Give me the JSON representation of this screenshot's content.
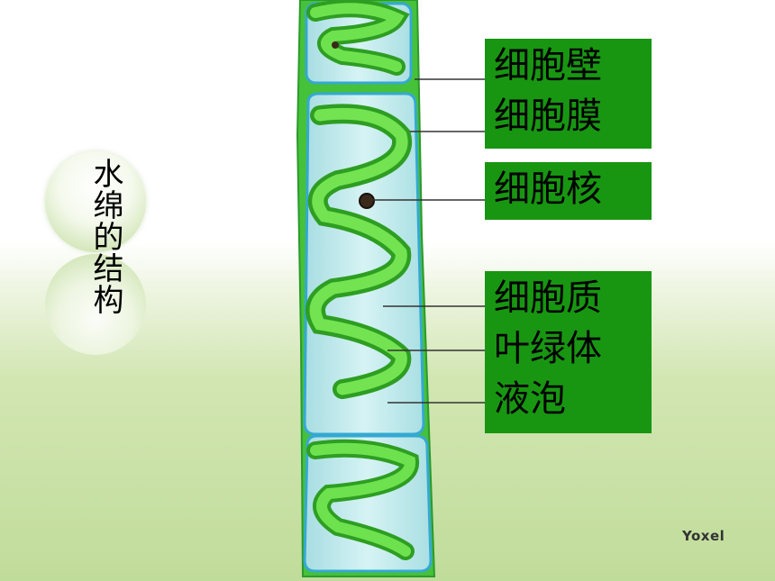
{
  "title": "水绵的结构",
  "labels": {
    "wall_group": [
      "细胞壁",
      "细胞膜"
    ],
    "nucleus_group": [
      "细胞核"
    ],
    "cyto_group": [
      "细胞质",
      "叶绿体",
      "液泡"
    ]
  },
  "watermark": "Yoxel",
  "colors": {
    "label_bg": "#189612",
    "chloroplast": "#3fbf2a",
    "cell_fill": "#c9ecef",
    "cell_wall": "#2fae36",
    "nucleus": "#3a2a1a"
  }
}
